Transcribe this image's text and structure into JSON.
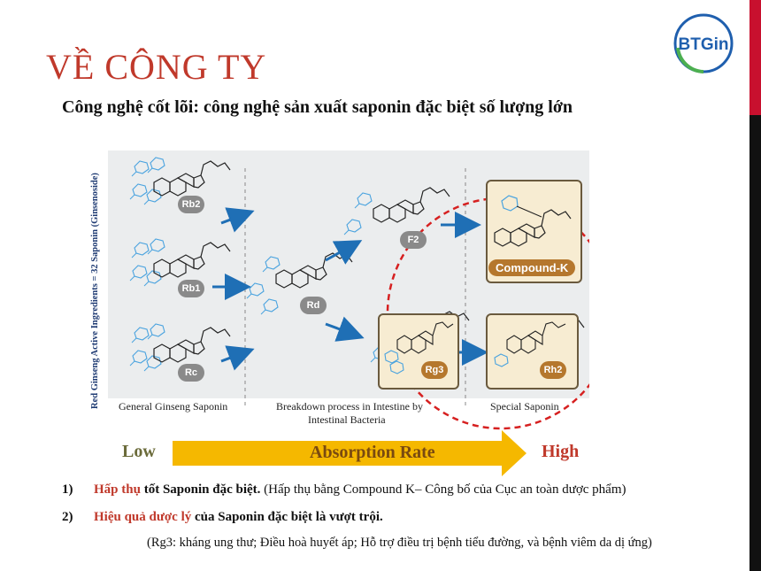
{
  "slide": {
    "title": "VỀ CÔNG TY",
    "subtitle": "Công nghệ cốt lõi: công nghệ sản xuất saponin đặc biệt số lượng lớn",
    "logo_text": "BTGin"
  },
  "diagram": {
    "vertical_label": "Red Ginseng Active Ingredients = 32 Saponin (Ginsenoside)",
    "molecules": {
      "rb2": "Rb2",
      "rb1": "Rb1",
      "rc": "Rc",
      "rd": "Rd",
      "f2": "F2",
      "rg3": "Rg3",
      "compound_k": "Compound-K",
      "rh2": "Rh2"
    },
    "captions": {
      "general": "General Ginseng Saponin",
      "breakdown_line1": "Breakdown process in Intestine by",
      "breakdown_line2": "Intestinal Bacteria",
      "special": "Special Saponin"
    }
  },
  "absorption": {
    "low": "Low",
    "label": "Absorption Rate",
    "high": "High"
  },
  "points": [
    {
      "num": "1)",
      "highlight": "Hấp thụ",
      "bold_rest": " tốt Saponin đặc biệt.",
      "normal": " (Hấp thụ bằng Compound K– Công bố của Cục an toàn dược phẩm)"
    },
    {
      "num": "2)",
      "highlight": "Hiệu quả dược lý",
      "bold_rest": " của Saponin đặc biệt là vượt trội.",
      "normal": ""
    }
  ],
  "note": "(Rg3: kháng ung thư; Điều hoà huyết áp; Hỗ trợ điều trị bệnh tiểu đường, và bệnh viêm da dị ứng)",
  "colors": {
    "title_red": "#c0392b",
    "arrow_yellow": "#f5b800",
    "pill_grey": "#8a8a8a",
    "pill_orange": "#b5772d",
    "flow_arrow_blue": "#1f6fb5",
    "circle_red": "#d62020"
  }
}
